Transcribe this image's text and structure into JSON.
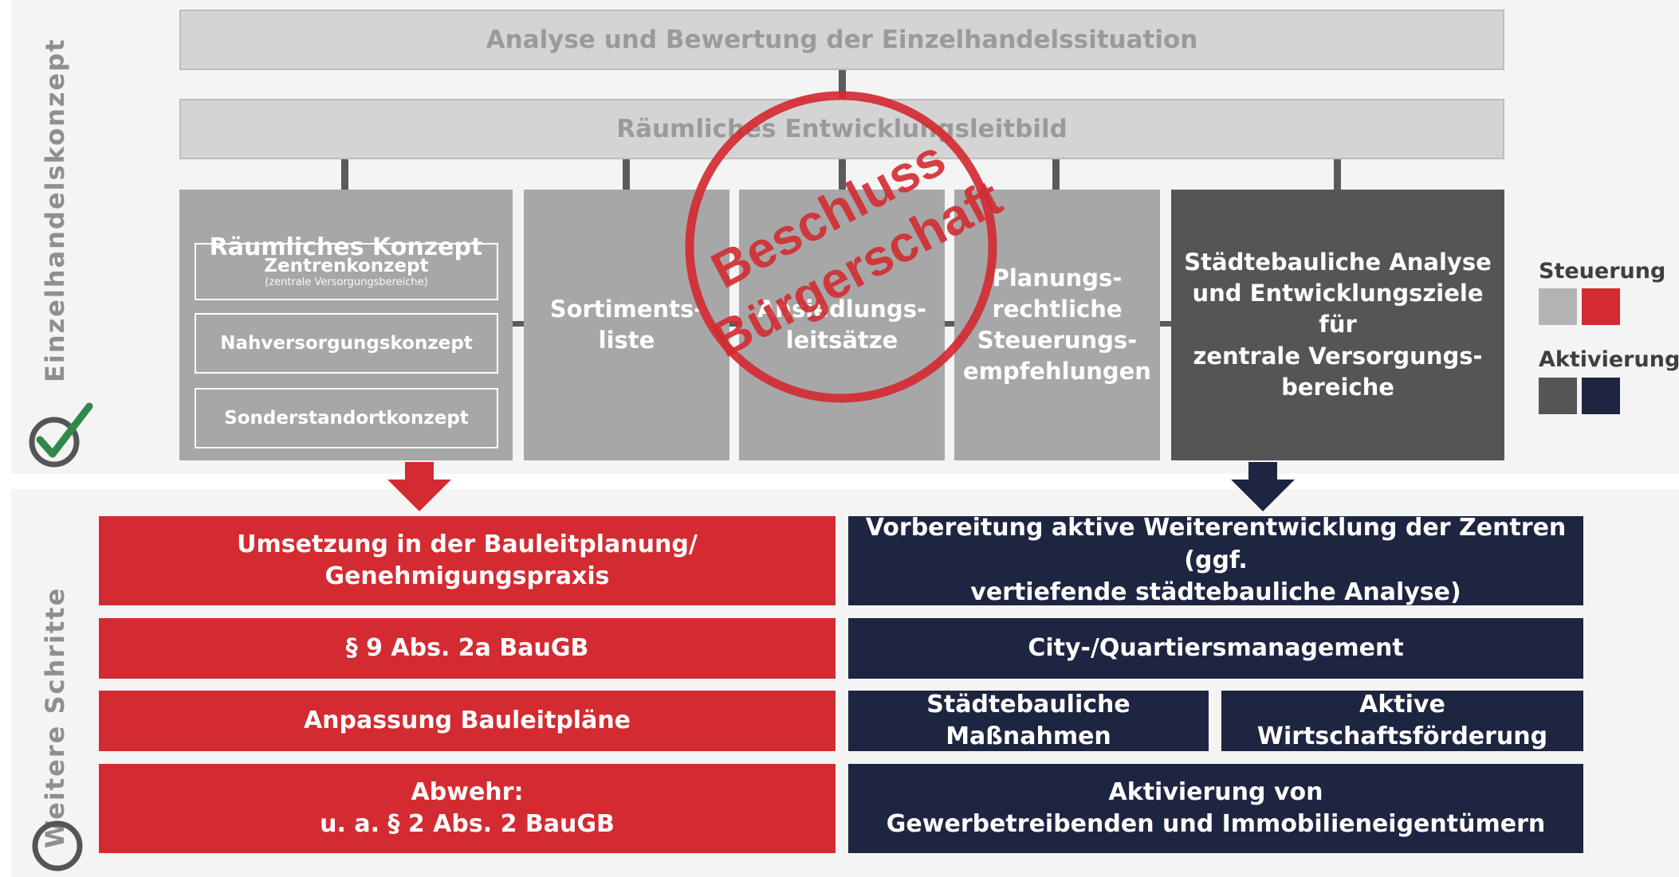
{
  "labels": {
    "top_section": "Einzelhandelskonzept",
    "bottom_section": "Weitere Schritte"
  },
  "bars": {
    "analysis": "Analyse und Bewertung der Einzelhandelssituation",
    "leitbild": "Räumliches Entwicklungsleitbild"
  },
  "modules": {
    "raeumliches_konzept": {
      "title": "Räumliches Konzept",
      "zentren": "Zentrenkonzept",
      "zentren_sub": "(zentrale Versorgungsbereiche)",
      "nahversorgung": "Nahversorgungskonzept",
      "sonderstandort": "Sonderstandortkonzept"
    },
    "sortimentsliste": "Sortiments-\nliste",
    "ansiedlung": "Ansiedlungs-\nleitsätze",
    "planung": "Planungs-\nrechtliche\nSteuerungs-\nempfehlungen",
    "staedtebau": "Städtebauliche Analyse\nund Entwicklungsziele für\nzentrale Versorgungs-\nbereiche"
  },
  "legend": {
    "steuerung": "Steuerung",
    "aktivierung": "Aktivierung"
  },
  "stamp": {
    "line1": "Beschluss",
    "line2": "Bürgerschaft"
  },
  "steps_left": [
    "Umsetzung in der Bauleitplanung/\nGenehmigungspraxis",
    "§ 9 Abs. 2a BauGB",
    "Anpassung Bauleitpläne",
    "Abwehr:\nu. a. § 2 Abs. 2 BauGB"
  ],
  "steps_right": {
    "vorbereitung": "Vorbereitung aktive Weiterentwicklung der Zentren (ggf.\nvertiefende städtebauliche Analyse)",
    "city": "City-/Quartiersmanagement",
    "massnahmen": "Städtebauliche\nMaßnahmen",
    "wirtschaft": "Aktive\nWirtschaftsförderung",
    "aktivierung": "Aktivierung von\nGewerbetreibenden und Immobilieneigentümern"
  },
  "colors": {
    "grey": "#a7a7a7",
    "dark_grey": "#555555",
    "red": "#d32b31",
    "navy": "#1e2540",
    "check_green": "#2f8a4a"
  }
}
